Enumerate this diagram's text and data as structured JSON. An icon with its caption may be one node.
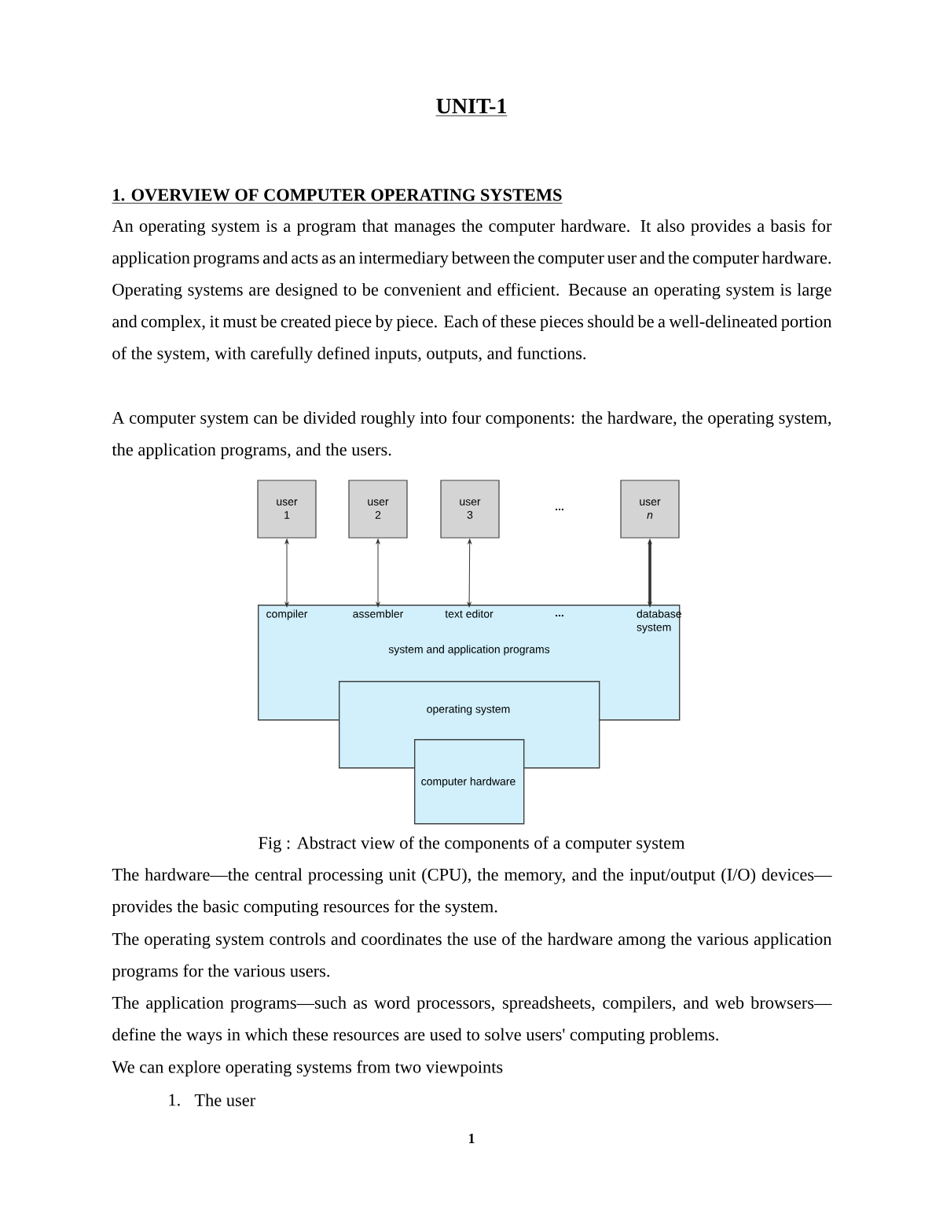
{
  "diagram": {
    "title": "UNIT-1",
    "caption": "Fig : Abstract view of the components of a computer system",
    "nodes": [
      {
        "text": [
          "user 1"
        ]
      },
      {
        "text": [
          "user 2"
        ]
      },
      {
        "text": [
          "user 3"
        ]
      },
      {
        "text": [
          "user *n*"
        ]
      },
      {
        "text": [
          "system and application programs"
        ]
      },
      {
        "text": [
          "compiler"
        ],
        "in": 4
      },
      {
        "text": [
          "assembler"
        ],
        "in": 4
      },
      {
        "text": [
          "text editor"
        ],
        "in": 4
      },
      {
        "text": [
          "database system"
        ],
        "in": 4
      },
      {
        "text": [
          "operating system"
        ]
      },
      {
        "text": [
          "computer hardware"
        ]
      }
    ],
    "edges": [
      {
        "from": 0,
        "to": 5,
        "arrow": "both"
      },
      {
        "from": 1,
        "to": 6,
        "arrow": "both"
      },
      {
        "from": 2,
        "to": 7,
        "arrow": "both"
      },
      {
        "from": 3,
        "to": 8,
        "arrow": "both",
        "style": "thick"
      }
    ],
    "labels": [
      "1. OVERVIEW OF COMPUTER OPERATING SYSTEMS",
      "An operating system is a program that manages the computer hardware. It also provides a basis for application programs and acts as an intermediary between the computer user and the computer hardware. Operating systems are designed to be convenient and efficient. Because an operating system is large and complex, it must be created piece by piece. Each of these pieces should be a well-delineated portion of the system, with carefully defined inputs, outputs, and functions.",
      "A computer system can be divided roughly into four components: the hardware, the operating system, the application programs, and the users.",
      "...",
      "...",
      "The hardware—the central processing unit (CPU), the memory, and the input/output (I/O) devices—provides the basic computing resources for the system.",
      "The operating system controls and coordinates the use of the hardware among the various application programs for the various users.",
      "The application programs—such as word processors, spreadsheets, compilers, and web browsers—define the ways in which these resources are used to solve users' computing problems.",
      "We can explore operating systems from two viewpoints",
      "1.",
      "The user",
      "1"
    ]
  }
}
